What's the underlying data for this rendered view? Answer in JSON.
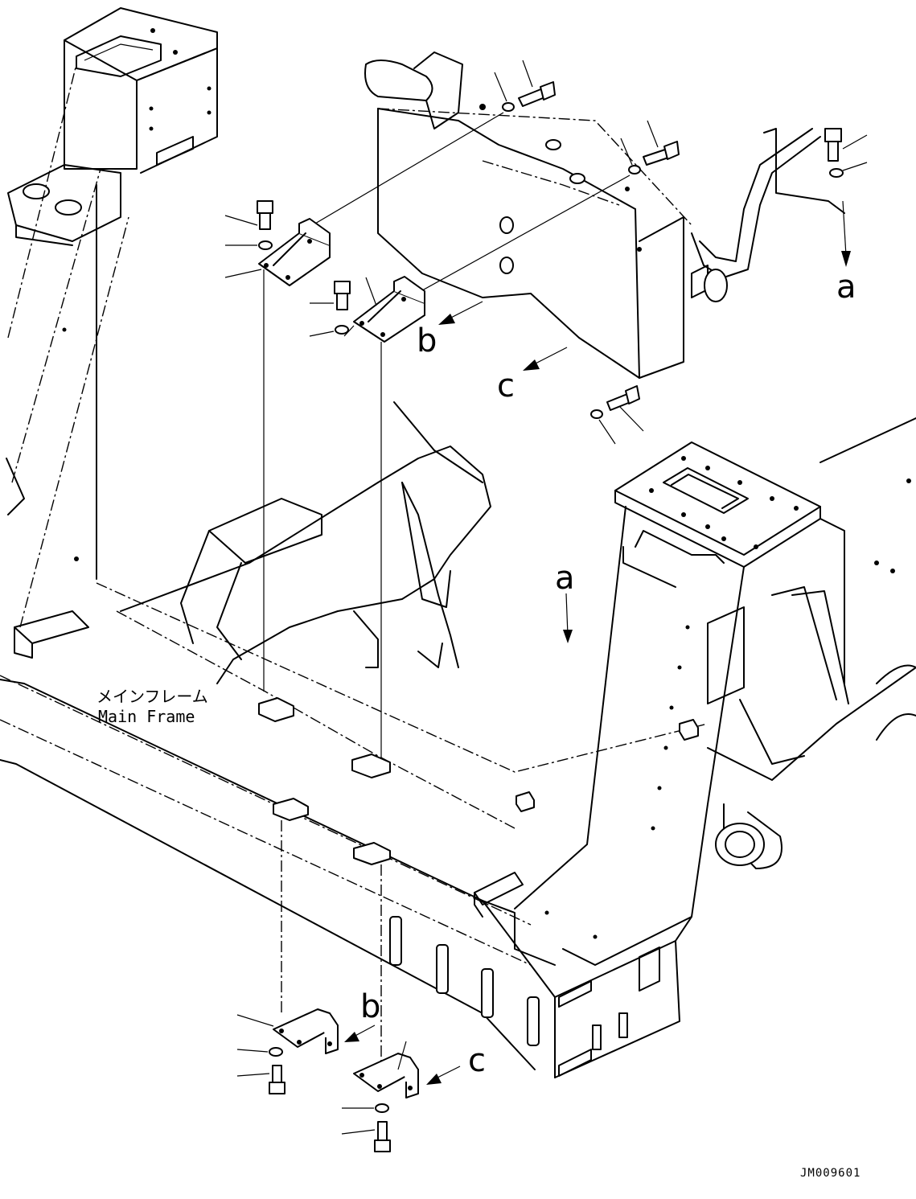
{
  "labels": {
    "main_frame_jp": "メインフレーム",
    "main_frame_en": "Main Frame",
    "drawing_code": "JM009601",
    "callout_a": "a",
    "callout_b": "b",
    "callout_c": "c"
  }
}
